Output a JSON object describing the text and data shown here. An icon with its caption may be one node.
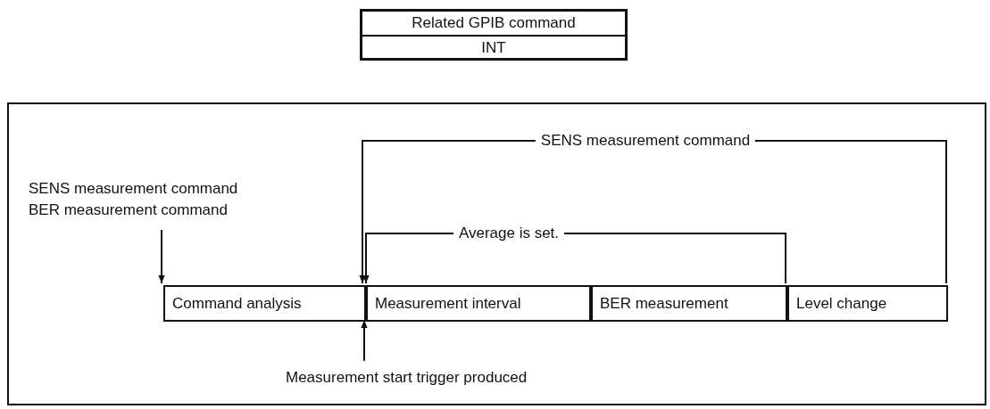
{
  "diagram": {
    "nodes": [
      {
        "text": [
          "Related GPIB command",
          "INT"
        ]
      },
      {
        "text": [],
        "shape": "box"
      },
      {
        "text": [
          "SENS measurement command",
          "BER measurement command"
        ],
        "in": 1
      },
      {
        "text": [
          "Command analysis"
        ],
        "in": 1
      },
      {
        "text": [
          "Measurement interval"
        ],
        "in": 1
      },
      {
        "text": [
          "BER measurement"
        ],
        "in": 1
      },
      {
        "text": [
          "Level change"
        ],
        "in": 1
      },
      {
        "text": [
          "Measurement start trigger produced"
        ],
        "in": 1
      }
    ],
    "edges": [
      {
        "from": 2,
        "to": 3,
        "arrow": "to"
      },
      {
        "from": 6,
        "to": 4,
        "arrow": "to",
        "label": "SENS measurement command"
      },
      {
        "from": 5,
        "to": 4,
        "arrow": "to",
        "label": "Average is set."
      },
      {
        "from": 7,
        "to": 4,
        "arrow": "to"
      }
    ]
  }
}
